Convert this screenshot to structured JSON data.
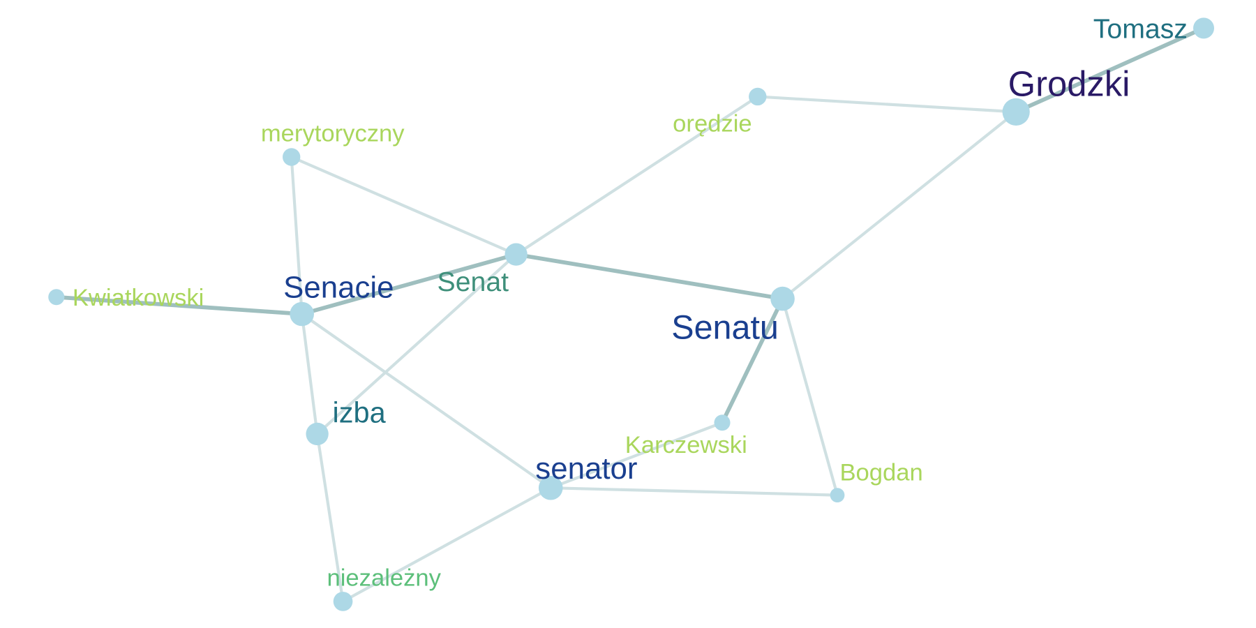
{
  "colors": {
    "node_fill": "#add8e6",
    "edge_light": "#cfe0e2",
    "edge_dark": "#9fbfbf",
    "label_darkest": "#2a1a66",
    "label_dark_blue": "#1a3f8f",
    "label_teal": "#1f6f80",
    "label_green_teal": "#3e8f7a",
    "label_green": "#5cbf7a",
    "label_light_green": "#a9d65c"
  },
  "nodes": [
    {
      "id": "tomasz",
      "label": "Tomasz",
      "importance": 3,
      "label_color": "label_teal"
    },
    {
      "id": "grodzki",
      "label": "Grodzki",
      "importance": 5,
      "label_color": "label_darkest"
    },
    {
      "id": "oredzie",
      "label": "orędzie",
      "importance": 2,
      "label_color": "label_light_green"
    },
    {
      "id": "merytoryczny",
      "label": "merytoryczny",
      "importance": 2,
      "label_color": "label_light_green"
    },
    {
      "id": "senat",
      "label": "Senat",
      "importance": 3,
      "label_color": "label_green_teal"
    },
    {
      "id": "kwiatkowski",
      "label": "Kwiatkowski",
      "importance": 1,
      "label_color": "label_light_green"
    },
    {
      "id": "senacie",
      "label": "Senacie",
      "importance": 4,
      "label_color": "label_dark_blue"
    },
    {
      "id": "senatu",
      "label": "Senatu",
      "importance": 4,
      "label_color": "label_dark_blue"
    },
    {
      "id": "izba",
      "label": "izba",
      "importance": 3,
      "label_color": "label_teal"
    },
    {
      "id": "karczewski",
      "label": "Karczewski",
      "importance": 2,
      "label_color": "label_light_green"
    },
    {
      "id": "bogdan",
      "label": "Bogdan",
      "importance": 1,
      "label_color": "label_light_green"
    },
    {
      "id": "senator",
      "label": "senator",
      "importance": 4,
      "label_color": "label_dark_blue"
    },
    {
      "id": "niezalezny",
      "label": "niezależny",
      "importance": 2,
      "label_color": "label_green"
    }
  ],
  "edges": [
    {
      "source": "tomasz",
      "target": "grodzki",
      "strength": "strong"
    },
    {
      "source": "oredzie",
      "target": "grodzki",
      "strength": "weak"
    },
    {
      "source": "grodzki",
      "target": "senatu",
      "strength": "weak"
    },
    {
      "source": "oredzie",
      "target": "senat",
      "strength": "weak"
    },
    {
      "source": "merytoryczny",
      "target": "senat",
      "strength": "weak"
    },
    {
      "source": "merytoryczny",
      "target": "senacie",
      "strength": "weak"
    },
    {
      "source": "senat",
      "target": "senacie",
      "strength": "strong"
    },
    {
      "source": "senat",
      "target": "senatu",
      "strength": "strong"
    },
    {
      "source": "senat",
      "target": "izba",
      "strength": "weak"
    },
    {
      "source": "kwiatkowski",
      "target": "senacie",
      "strength": "strong"
    },
    {
      "source": "senacie",
      "target": "izba",
      "strength": "weak"
    },
    {
      "source": "senacie",
      "target": "senator",
      "strength": "weak"
    },
    {
      "source": "izba",
      "target": "niezalezny",
      "strength": "weak"
    },
    {
      "source": "senatu",
      "target": "karczewski",
      "strength": "strong"
    },
    {
      "source": "senatu",
      "target": "bogdan",
      "strength": "weak"
    },
    {
      "source": "karczewski",
      "target": "senator",
      "strength": "weak"
    },
    {
      "source": "senator",
      "target": "bogdan",
      "strength": "weak"
    },
    {
      "source": "senator",
      "target": "niezalezny",
      "strength": "weak"
    }
  ]
}
